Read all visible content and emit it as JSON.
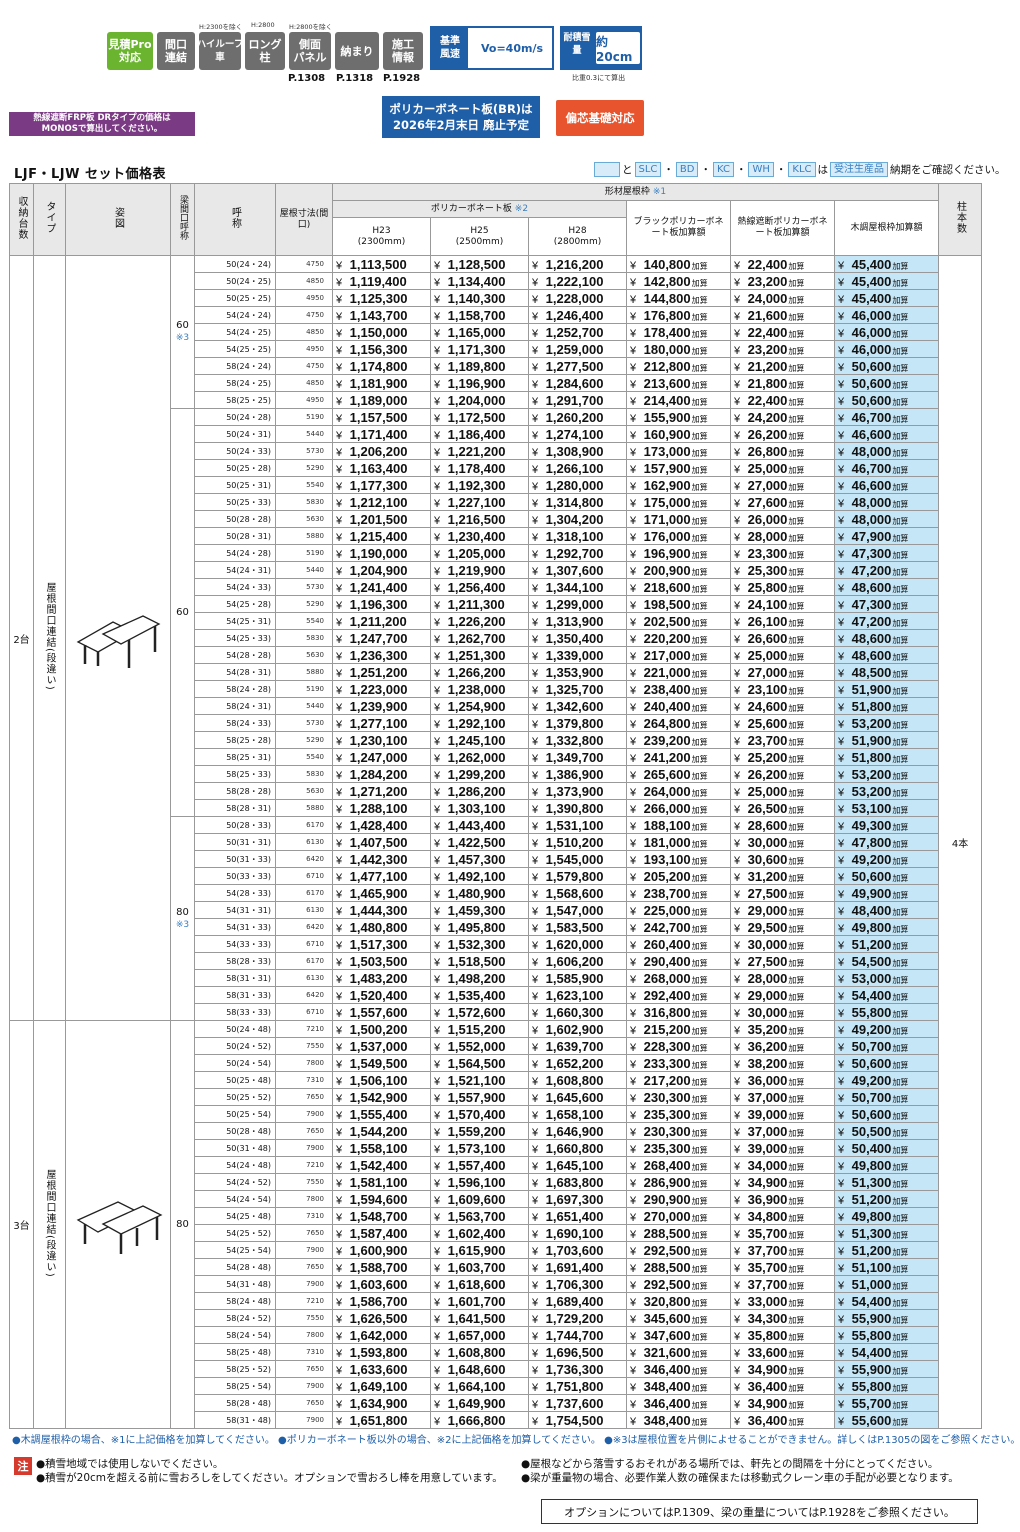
{
  "badges": {
    "mitsumori": "見積Pro\n対応",
    "maguchi": "間口\n連結",
    "highroof": "ハイルーフ\n車",
    "longpole": "ロング\n柱",
    "sidepanel": "側面\nパネル",
    "osamari": "納まり",
    "construction": "施工\n情報"
  },
  "small_notes": {
    "highroof": "H:2300を除く",
    "longpole": "H:2800",
    "sidepanel": "H:2800を除く",
    "snow": "比重0.3にて算出"
  },
  "page_refs": {
    "longpole": "P.1308",
    "sidepanel": "P.1318",
    "osamari": "P.1928"
  },
  "wind": {
    "label": "基準\n風速",
    "value": "Vo=40m/s"
  },
  "snow": {
    "label": "耐積雪\n量",
    "value": "約20cm"
  },
  "monos_note": "熱線遮断FRP板 DRタイプの価格は\nMONOSで算出してください。",
  "polycarbonate_notice": "ポリカーボネート板(BR)は\n2026年2月末日 廃止予定",
  "eccentric": "偏芯基礎対応",
  "table_title": "LJF・LJW セット価格表",
  "legend": {
    "and": "と",
    "codes": [
      "SLC",
      "BD",
      "KC",
      "WH",
      "KLC"
    ],
    "mid": "は",
    "made": "受注生産品",
    "tail": "納期をご確認ください。"
  },
  "headers": {
    "count": "収納台数",
    "type": "タイプ",
    "figure": "姿図",
    "beam": "梁間口呼称",
    "name": "呼称",
    "roof": "屋根寸法(間口)",
    "roof_frame": "形材屋根枠",
    "note1": "※1",
    "polycarb": "ポリカーボネート板",
    "note2": "※2",
    "h23": "H23",
    "h23mm": "(2300mm)",
    "h25": "H25",
    "h25mm": "(2500mm)",
    "h28": "H28",
    "h28mm": "(2800mm)",
    "black": "ブラックポリカーボネート板加算額",
    "heat": "熱線遮断ポリカーボネート板加算額",
    "wood": "木調屋根枠加算額",
    "posts": "柱本数"
  },
  "groups": {
    "two": "2台",
    "three": "3台",
    "type_label": "屋根間口連結(段違い)",
    "posts": "4本",
    "beam60a": "60",
    "beam60b": "60",
    "beam80a": "80",
    "beam80b": "80",
    "note3": "※3"
  },
  "yen": "¥",
  "add": "加算",
  "rows": [
    [
      "50(24・24)",
      "4750",
      "1,113,500",
      "1,128,500",
      "1,216,200",
      "140,800",
      "22,400",
      "45,400"
    ],
    [
      "50(24・25)",
      "4850",
      "1,119,400",
      "1,134,400",
      "1,222,100",
      "142,800",
      "23,200",
      "45,400"
    ],
    [
      "50(25・25)",
      "4950",
      "1,125,300",
      "1,140,300",
      "1,228,000",
      "144,800",
      "24,000",
      "45,400"
    ],
    [
      "54(24・24)",
      "4750",
      "1,143,700",
      "1,158,700",
      "1,246,400",
      "176,800",
      "21,600",
      "46,000"
    ],
    [
      "54(24・25)",
      "4850",
      "1,150,000",
      "1,165,000",
      "1,252,700",
      "178,400",
      "22,400",
      "46,000"
    ],
    [
      "54(25・25)",
      "4950",
      "1,156,300",
      "1,171,300",
      "1,259,000",
      "180,000",
      "23,200",
      "46,000"
    ],
    [
      "58(24・24)",
      "4750",
      "1,174,800",
      "1,189,800",
      "1,277,500",
      "212,800",
      "21,200",
      "50,600"
    ],
    [
      "58(24・25)",
      "4850",
      "1,181,900",
      "1,196,900",
      "1,284,600",
      "213,600",
      "21,800",
      "50,600"
    ],
    [
      "58(25・25)",
      "4950",
      "1,189,000",
      "1,204,000",
      "1,291,700",
      "214,400",
      "22,400",
      "50,600"
    ],
    [
      "50(24・28)",
      "5190",
      "1,157,500",
      "1,172,500",
      "1,260,200",
      "155,900",
      "24,200",
      "46,700"
    ],
    [
      "50(24・31)",
      "5440",
      "1,171,400",
      "1,186,400",
      "1,274,100",
      "160,900",
      "26,200",
      "46,600"
    ],
    [
      "50(24・33)",
      "5730",
      "1,206,200",
      "1,221,200",
      "1,308,900",
      "173,000",
      "26,800",
      "48,000"
    ],
    [
      "50(25・28)",
      "5290",
      "1,163,400",
      "1,178,400",
      "1,266,100",
      "157,900",
      "25,000",
      "46,700"
    ],
    [
      "50(25・31)",
      "5540",
      "1,177,300",
      "1,192,300",
      "1,280,000",
      "162,900",
      "27,000",
      "46,600"
    ],
    [
      "50(25・33)",
      "5830",
      "1,212,100",
      "1,227,100",
      "1,314,800",
      "175,000",
      "27,600",
      "48,000"
    ],
    [
      "50(28・28)",
      "5630",
      "1,201,500",
      "1,216,500",
      "1,304,200",
      "171,000",
      "26,000",
      "48,000"
    ],
    [
      "50(28・31)",
      "5880",
      "1,215,400",
      "1,230,400",
      "1,318,100",
      "176,000",
      "28,000",
      "47,900"
    ],
    [
      "54(24・28)",
      "5190",
      "1,190,000",
      "1,205,000",
      "1,292,700",
      "196,900",
      "23,300",
      "47,300"
    ],
    [
      "54(24・31)",
      "5440",
      "1,204,900",
      "1,219,900",
      "1,307,600",
      "200,900",
      "25,300",
      "47,200"
    ],
    [
      "54(24・33)",
      "5730",
      "1,241,400",
      "1,256,400",
      "1,344,100",
      "218,600",
      "25,800",
      "48,600"
    ],
    [
      "54(25・28)",
      "5290",
      "1,196,300",
      "1,211,300",
      "1,299,000",
      "198,500",
      "24,100",
      "47,300"
    ],
    [
      "54(25・31)",
      "5540",
      "1,211,200",
      "1,226,200",
      "1,313,900",
      "202,500",
      "26,100",
      "47,200"
    ],
    [
      "54(25・33)",
      "5830",
      "1,247,700",
      "1,262,700",
      "1,350,400",
      "220,200",
      "26,600",
      "48,600"
    ],
    [
      "54(28・28)",
      "5630",
      "1,236,300",
      "1,251,300",
      "1,339,000",
      "217,000",
      "25,000",
      "48,600"
    ],
    [
      "54(28・31)",
      "5880",
      "1,251,200",
      "1,266,200",
      "1,353,900",
      "221,000",
      "27,000",
      "48,500"
    ],
    [
      "58(24・28)",
      "5190",
      "1,223,000",
      "1,238,000",
      "1,325,700",
      "238,400",
      "23,100",
      "51,900"
    ],
    [
      "58(24・31)",
      "5440",
      "1,239,900",
      "1,254,900",
      "1,342,600",
      "240,400",
      "24,600",
      "51,800"
    ],
    [
      "58(24・33)",
      "5730",
      "1,277,100",
      "1,292,100",
      "1,379,800",
      "264,800",
      "25,600",
      "53,200"
    ],
    [
      "58(25・28)",
      "5290",
      "1,230,100",
      "1,245,100",
      "1,332,800",
      "239,200",
      "23,700",
      "51,900"
    ],
    [
      "58(25・31)",
      "5540",
      "1,247,000",
      "1,262,000",
      "1,349,700",
      "241,200",
      "25,200",
      "51,800"
    ],
    [
      "58(25・33)",
      "5830",
      "1,284,200",
      "1,299,200",
      "1,386,900",
      "265,600",
      "26,200",
      "53,200"
    ],
    [
      "58(28・28)",
      "5630",
      "1,271,200",
      "1,286,200",
      "1,373,900",
      "264,000",
      "25,000",
      "53,200"
    ],
    [
      "58(28・31)",
      "5880",
      "1,288,100",
      "1,303,100",
      "1,390,800",
      "266,000",
      "26,500",
      "53,100"
    ],
    [
      "50(28・33)",
      "6170",
      "1,428,400",
      "1,443,400",
      "1,531,100",
      "188,100",
      "28,600",
      "49,300"
    ],
    [
      "50(31・31)",
      "6130",
      "1,407,500",
      "1,422,500",
      "1,510,200",
      "181,000",
      "30,000",
      "47,800"
    ],
    [
      "50(31・33)",
      "6420",
      "1,442,300",
      "1,457,300",
      "1,545,000",
      "193,100",
      "30,600",
      "49,200"
    ],
    [
      "50(33・33)",
      "6710",
      "1,477,100",
      "1,492,100",
      "1,579,800",
      "205,200",
      "31,200",
      "50,600"
    ],
    [
      "54(28・33)",
      "6170",
      "1,465,900",
      "1,480,900",
      "1,568,600",
      "238,700",
      "27,500",
      "49,900"
    ],
    [
      "54(31・31)",
      "6130",
      "1,444,300",
      "1,459,300",
      "1,547,000",
      "225,000",
      "29,000",
      "48,400"
    ],
    [
      "54(31・33)",
      "6420",
      "1,480,800",
      "1,495,800",
      "1,583,500",
      "242,700",
      "29,500",
      "49,800"
    ],
    [
      "54(33・33)",
      "6710",
      "1,517,300",
      "1,532,300",
      "1,620,000",
      "260,400",
      "30,000",
      "51,200"
    ],
    [
      "58(28・33)",
      "6170",
      "1,503,500",
      "1,518,500",
      "1,606,200",
      "290,400",
      "27,500",
      "54,500"
    ],
    [
      "58(31・31)",
      "6130",
      "1,483,200",
      "1,498,200",
      "1,585,900",
      "268,000",
      "28,000",
      "53,000"
    ],
    [
      "58(31・33)",
      "6420",
      "1,520,400",
      "1,535,400",
      "1,623,100",
      "292,400",
      "29,000",
      "54,400"
    ],
    [
      "58(33・33)",
      "6710",
      "1,557,600",
      "1,572,600",
      "1,660,300",
      "316,800",
      "30,000",
      "55,800"
    ],
    [
      "50(24・48)",
      "7210",
      "1,500,200",
      "1,515,200",
      "1,602,900",
      "215,200",
      "35,200",
      "49,200"
    ],
    [
      "50(24・52)",
      "7550",
      "1,537,000",
      "1,552,000",
      "1,639,700",
      "228,300",
      "36,200",
      "50,700"
    ],
    [
      "50(24・54)",
      "7800",
      "1,549,500",
      "1,564,500",
      "1,652,200",
      "233,300",
      "38,200",
      "50,600"
    ],
    [
      "50(25・48)",
      "7310",
      "1,506,100",
      "1,521,100",
      "1,608,800",
      "217,200",
      "36,000",
      "49,200"
    ],
    [
      "50(25・52)",
      "7650",
      "1,542,900",
      "1,557,900",
      "1,645,600",
      "230,300",
      "37,000",
      "50,700"
    ],
    [
      "50(25・54)",
      "7900",
      "1,555,400",
      "1,570,400",
      "1,658,100",
      "235,300",
      "39,000",
      "50,600"
    ],
    [
      "50(28・48)",
      "7650",
      "1,544,200",
      "1,559,200",
      "1,646,900",
      "230,300",
      "37,000",
      "50,500"
    ],
    [
      "50(31・48)",
      "7900",
      "1,558,100",
      "1,573,100",
      "1,660,800",
      "235,300",
      "39,000",
      "50,400"
    ],
    [
      "54(24・48)",
      "7210",
      "1,542,400",
      "1,557,400",
      "1,645,100",
      "268,400",
      "34,000",
      "49,800"
    ],
    [
      "54(24・52)",
      "7550",
      "1,581,100",
      "1,596,100",
      "1,683,800",
      "286,900",
      "34,900",
      "51,300"
    ],
    [
      "54(24・54)",
      "7800",
      "1,594,600",
      "1,609,600",
      "1,697,300",
      "290,900",
      "36,900",
      "51,200"
    ],
    [
      "54(25・48)",
      "7310",
      "1,548,700",
      "1,563,700",
      "1,651,400",
      "270,000",
      "34,800",
      "49,800"
    ],
    [
      "54(25・52)",
      "7650",
      "1,587,400",
      "1,602,400",
      "1,690,100",
      "288,500",
      "35,700",
      "51,300"
    ],
    [
      "54(25・54)",
      "7900",
      "1,600,900",
      "1,615,900",
      "1,703,600",
      "292,500",
      "37,700",
      "51,200"
    ],
    [
      "54(28・48)",
      "7650",
      "1,588,700",
      "1,603,700",
      "1,691,400",
      "288,500",
      "35,700",
      "51,100"
    ],
    [
      "54(31・48)",
      "7900",
      "1,603,600",
      "1,618,600",
      "1,706,300",
      "292,500",
      "37,700",
      "51,000"
    ],
    [
      "58(24・48)",
      "7210",
      "1,586,700",
      "1,601,700",
      "1,689,400",
      "320,800",
      "33,000",
      "54,400"
    ],
    [
      "58(24・52)",
      "7550",
      "1,626,500",
      "1,641,500",
      "1,729,200",
      "345,600",
      "34,300",
      "55,900"
    ],
    [
      "58(24・54)",
      "7800",
      "1,642,000",
      "1,657,000",
      "1,744,700",
      "347,600",
      "35,800",
      "55,800"
    ],
    [
      "58(25・48)",
      "7310",
      "1,593,800",
      "1,608,800",
      "1,696,500",
      "321,600",
      "33,600",
      "54,400"
    ],
    [
      "58(25・52)",
      "7650",
      "1,633,600",
      "1,648,600",
      "1,736,300",
      "346,400",
      "34,900",
      "55,900"
    ],
    [
      "58(25・54)",
      "7900",
      "1,649,100",
      "1,664,100",
      "1,751,800",
      "348,400",
      "36,400",
      "55,800"
    ],
    [
      "58(28・48)",
      "7650",
      "1,634,900",
      "1,649,900",
      "1,737,600",
      "346,400",
      "34,900",
      "55,700"
    ],
    [
      "58(31・48)",
      "7900",
      "1,651,800",
      "1,666,800",
      "1,754,500",
      "348,400",
      "36,400",
      "55,600"
    ]
  ],
  "footer_blue": "●木調屋根枠の場合、※1に上記価格を加算してください。 ●ポリカーボネート板以外の場合、※2に上記価格を加算してください。 ●※3は屋根位置を片側によせることができません。詳しくはP.1305の図をご参照ください。",
  "chu": "注",
  "notes": [
    "●積雪地域では使用しないでください。",
    "●積雪が20cmを超える前に雪おろしをしてください。オプションで雪おろし棒を用意しています。",
    "●屋根などから落雪するおそれがある場所では、軒先との間隔を十分にとってください。",
    "●梁が重量物の場合、必要作業人数の確保または移動式クレーン車の手配が必要となります。"
  ],
  "option_note": "オプションについてはP.1309、梁の重量についてはP.1928をご参照ください。",
  "colors": {
    "green": "#6ab42f",
    "gray": "#6e6e6e",
    "blue": "#1f5fa8",
    "purple": "#7b3a84",
    "orange": "#e8542d",
    "wood": "#c5e6f6",
    "red": "#d63a2c"
  }
}
